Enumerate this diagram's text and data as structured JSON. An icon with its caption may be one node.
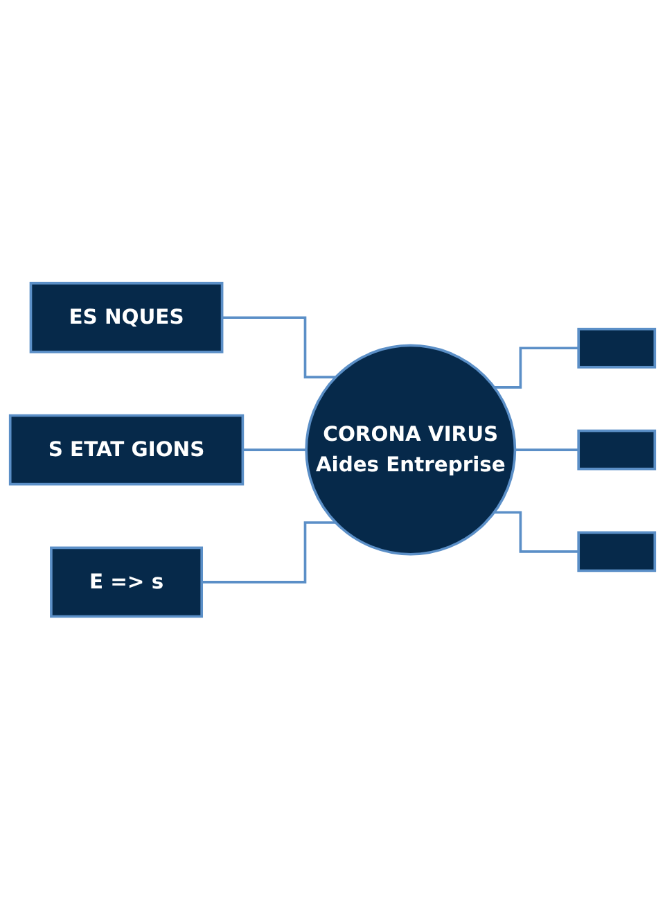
{
  "diagram": {
    "nodes": [
      {
        "text": [
          "ES NQUES"
        ]
      },
      {
        "text": [
          "S ETAT GIONS"
        ]
      },
      {
        "text": [
          "E => s"
        ]
      },
      {
        "text": [
          "CORONA VIRUS",
          "Aides Entreprise"
        ]
      },
      {
        "text": [],
        "shape": "box"
      },
      {
        "text": [],
        "shape": "box"
      },
      {
        "text": [],
        "shape": "box"
      }
    ],
    "edges": [
      {
        "from": 0,
        "to": 3,
        "arrow": "none"
      },
      {
        "from": 1,
        "to": 3,
        "arrow": "none"
      },
      {
        "from": 2,
        "to": 3,
        "arrow": "none"
      },
      {
        "from": 3,
        "to": 4,
        "arrow": "none"
      },
      {
        "from": 3,
        "to": 5,
        "arrow": "none"
      },
      {
        "from": 3,
        "to": 6,
        "arrow": "none"
      }
    ]
  }
}
